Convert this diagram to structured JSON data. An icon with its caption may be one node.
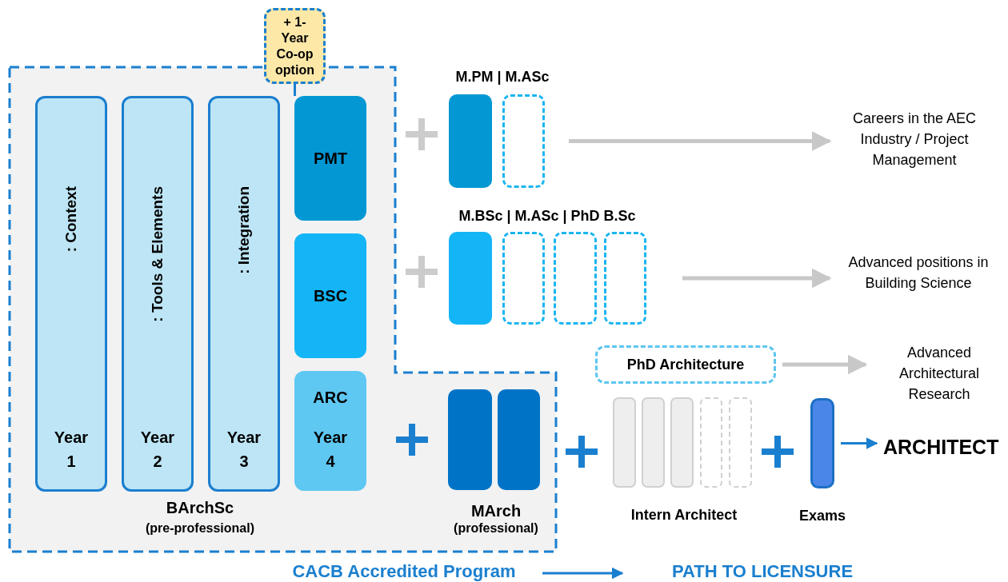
{
  "diagram": {
    "nodes": [
      {
        "text": [
          "+ 1-Year Co-op option"
        ]
      },
      {
        "text": [
          ": Context",
          "Year 1"
        ]
      },
      {
        "text": [
          ": Tools & Elements",
          "Year 2"
        ]
      },
      {
        "text": [
          ": Integration",
          "Year 3"
        ]
      },
      {
        "text": [
          "PMT"
        ]
      },
      {
        "text": [
          "BSC"
        ]
      },
      {
        "text": [
          "ARC",
          "Year 4"
        ]
      },
      {
        "text": [],
        "shape": "box"
      },
      {
        "text": [],
        "shape": "box"
      },
      {
        "text": [],
        "shape": "box"
      },
      {
        "text": [],
        "shape": "box"
      },
      {
        "text": [],
        "shape": "box"
      },
      {
        "text": [],
        "shape": "box"
      },
      {
        "text": [],
        "shape": "box"
      },
      {
        "text": [],
        "shape": "box"
      },
      {
        "text": [
          "PhD Architecture"
        ]
      },
      {
        "text": [],
        "shape": "box"
      },
      {
        "text": [],
        "shape": "box"
      },
      {
        "text": [],
        "shape": "box"
      },
      {
        "text": [],
        "shape": "box"
      },
      {
        "text": [],
        "shape": "box"
      },
      {
        "text": [],
        "shape": "box",
        "beside": [
          "Exams"
        ]
      },
      {
        "text": [
          "Careers in the AEC Industry / Project Management"
        ]
      },
      {
        "text": [
          "Advanced positions in Building Science"
        ]
      },
      {
        "text": [
          "Advanced Architectural Research"
        ]
      },
      {
        "text": [
          "ARCHITECT"
        ]
      },
      {
        "text": [
          "CACB Accredited Program"
        ]
      },
      {
        "text": [
          "PATH TO LICENSURE"
        ]
      }
    ],
    "edges": [
      {
        "from": 0,
        "to": 4,
        "arrow": "none",
        "color": "#1a7fcf"
      },
      {
        "from": 8,
        "to": 22,
        "arrow": "to",
        "color": "#c8c8c8"
      },
      {
        "from": 12,
        "to": 23,
        "arrow": "to",
        "color": "#c8c8c8"
      },
      {
        "from": 15,
        "to": 24,
        "arrow": "to",
        "color": "#c8c8c8"
      },
      {
        "from": 21,
        "to": 25,
        "arrow": "to",
        "color": "#1a7fcf"
      },
      {
        "from": 26,
        "to": 27,
        "arrow": "to",
        "color": "#1a7fcf"
      }
    ],
    "labels": [
      "M.PM | M.ASc",
      "M.BSc | M.ASc | PhD B.Sc",
      "BArchSc",
      "(pre-professional)",
      "MArch",
      "(professional)",
      "Intern Architect"
    ]
  }
}
